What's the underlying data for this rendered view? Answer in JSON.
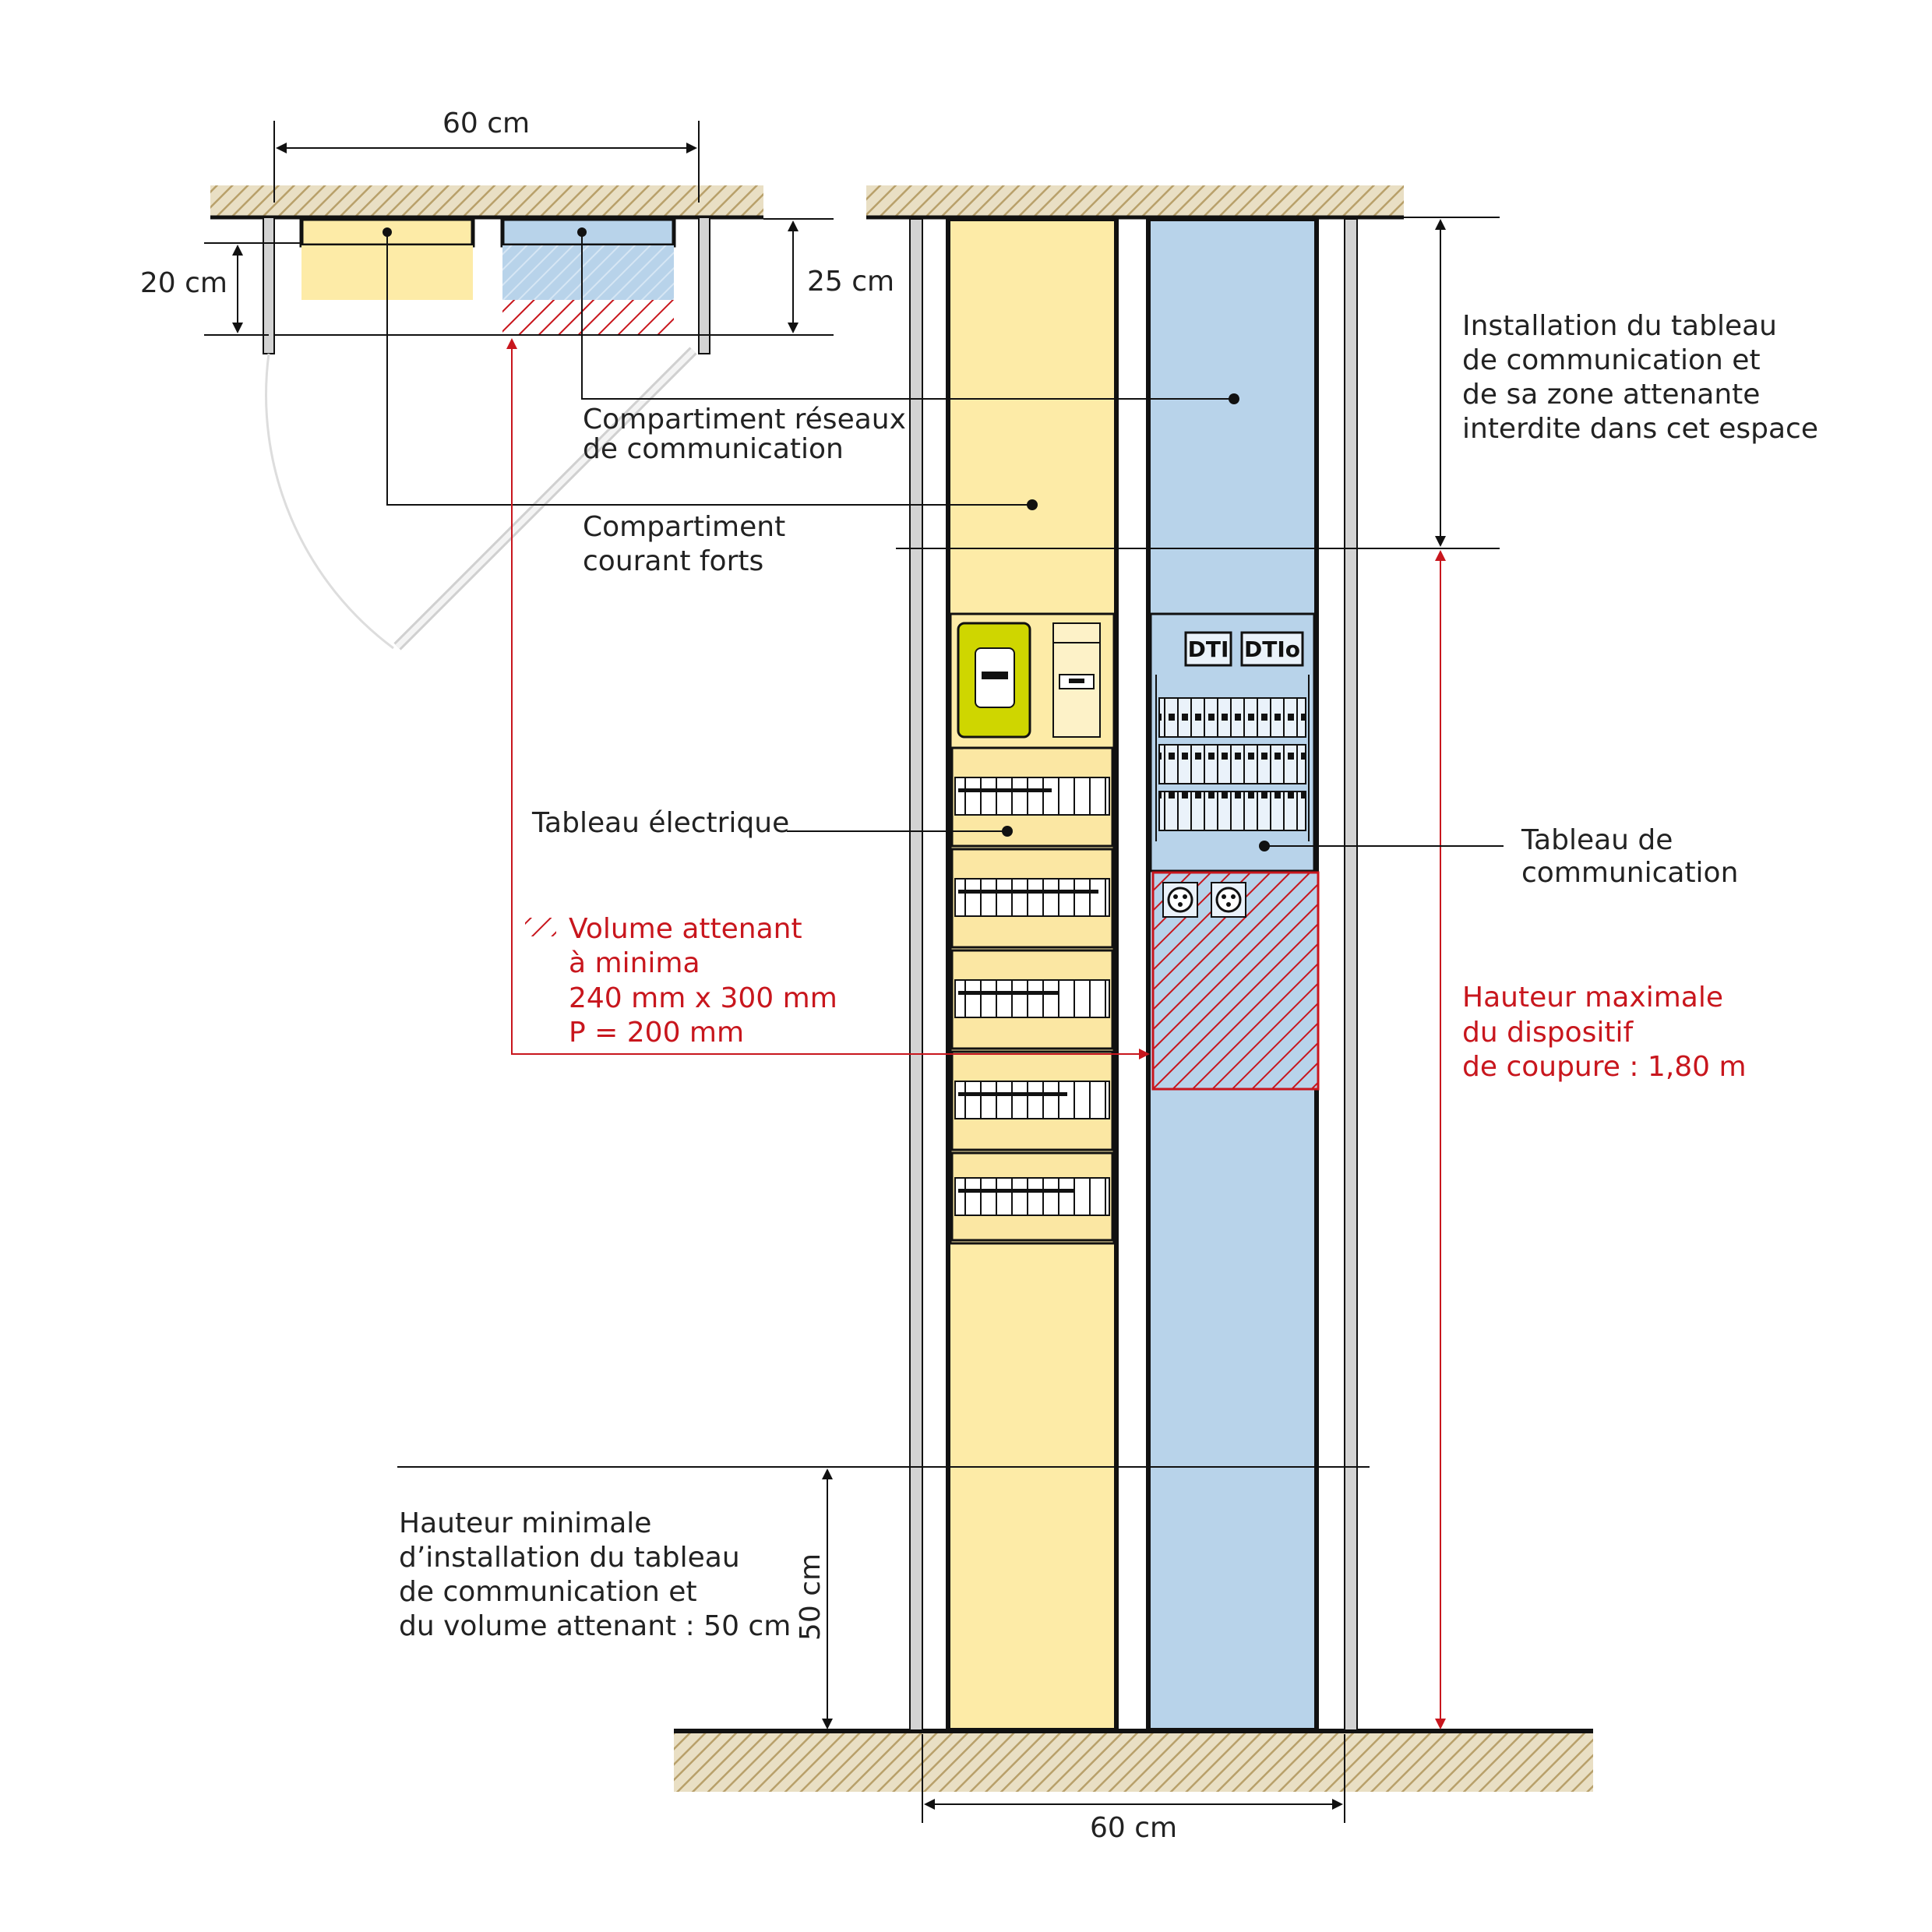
{
  "labels": {
    "top_width": "60 cm",
    "bottom_width": "60 cm",
    "depth_strong": "20 cm",
    "depth_comm": "25 cm",
    "min_height_dim": "50 cm",
    "comp_reseaux_1": "Compartiment réseaux",
    "comp_reseaux_2": "de communication",
    "comp_forts_1": "Compartiment",
    "comp_forts_2": "courant forts",
    "tableau_elec": "Tableau électrique",
    "volume_1": "Volume attenant",
    "volume_2": "à minima",
    "volume_3": "240 mm x 300 mm",
    "volume_4": "P = 200 mm",
    "interdit_1": "Installation du tableau",
    "interdit_2": "de communication et",
    "interdit_3": "de sa zone attenante",
    "interdit_4": "interdite dans cet espace",
    "tableau_comm_1": "Tableau de",
    "tableau_comm_2": "communication",
    "hauteur_max_1": "Hauteur maximale",
    "hauteur_max_2": "du dispositif",
    "hauteur_max_3": "de coupure : 1,80 m",
    "hauteur_min_1": "Hauteur minimale",
    "hauteur_min_2": "d’installation du tableau",
    "hauteur_min_3": "de communication et",
    "hauteur_min_4": "du volume attenant : 50 cm",
    "dti": "DTI",
    "dtio": "DTIo"
  },
  "colors": {
    "yellow": "#fdeba7",
    "yellow_panel": "#fbe7a3",
    "blue": "#b8d3ea",
    "red": "#c8161d",
    "ground": "#b8a06a",
    "meter_green": "#cfd600",
    "line": "#111111",
    "post": "#d3d3d3"
  }
}
